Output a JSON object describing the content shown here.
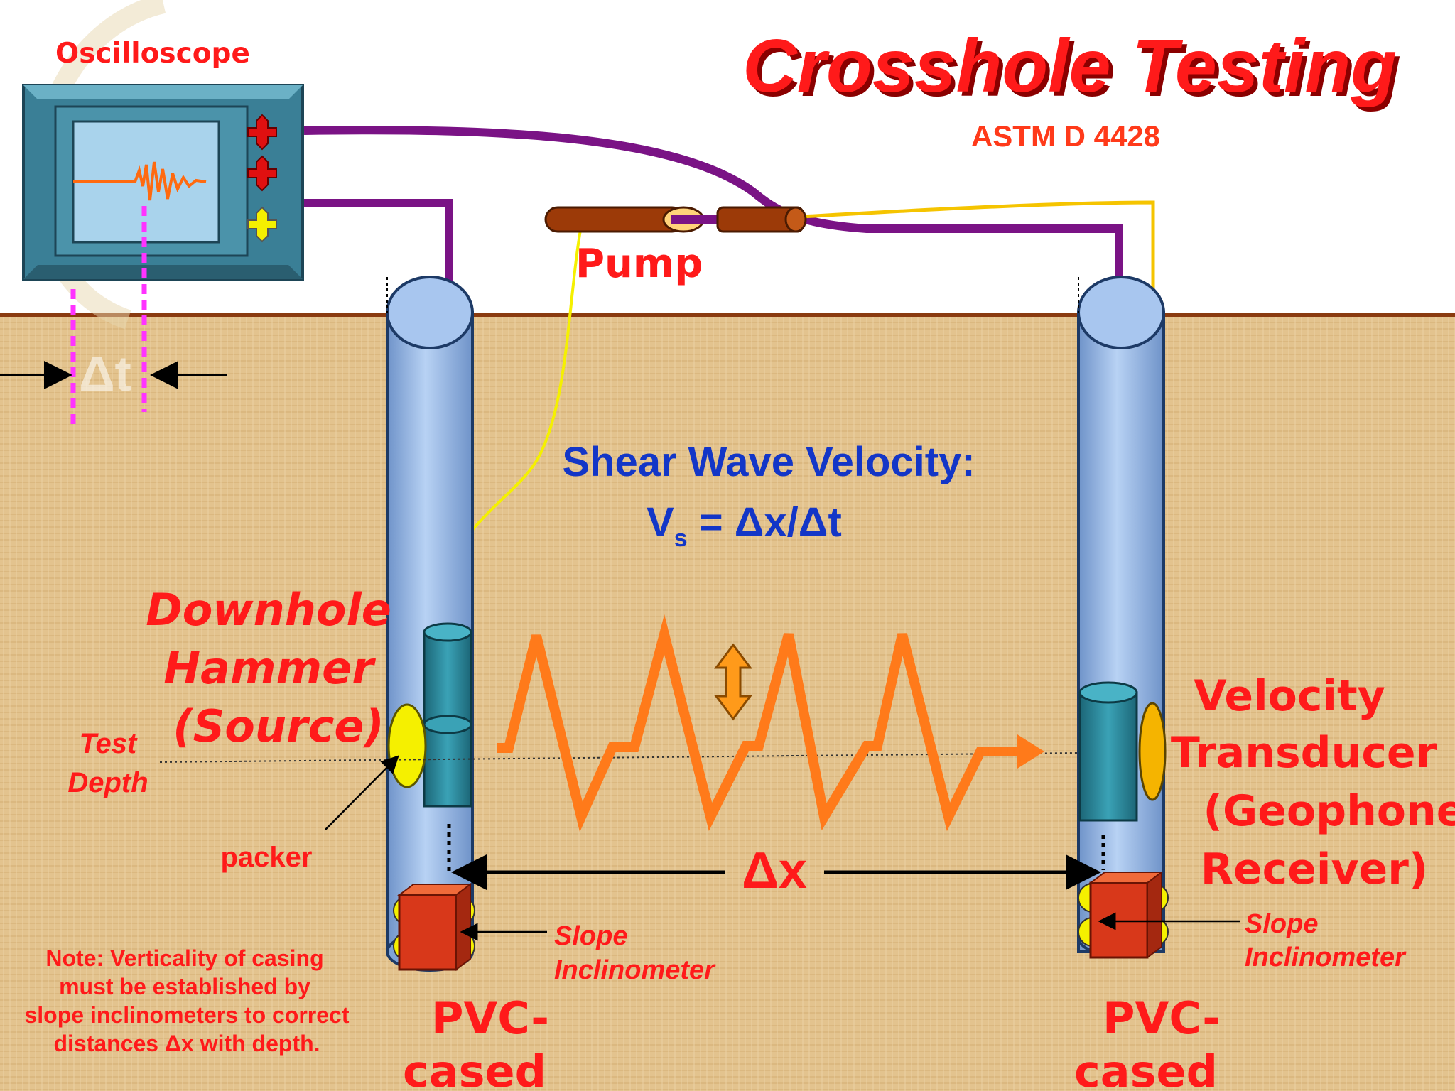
{
  "title": "Crosshole Testing",
  "subtitle": "ASTM D 4428",
  "oscilloscope_label": "Oscilloscope",
  "delta_t_label": "Δt",
  "pump_label": "Pump",
  "formula": {
    "heading": "Shear Wave Velocity:",
    "v": "V",
    "sub": "s",
    "rhs": " =  Δx/Δt"
  },
  "source_label": [
    "Downhole",
    "Hammer",
    "(Source)"
  ],
  "test_depth_label": [
    "Test",
    "Depth"
  ],
  "packer_label": "packer",
  "receiver_label": [
    "Velocity",
    "Transducer",
    "(Geophone",
    "Receiver)"
  ],
  "delta_x_label": "Δx",
  "slope_label_left": [
    "Slope",
    "Inclinometer"
  ],
  "slope_label_right": [
    "Slope",
    "Inclinometer"
  ],
  "pvc_left": [
    "PVC-",
    "cased"
  ],
  "pvc_right": [
    "PVC-",
    "cased"
  ],
  "note": [
    "Note: Verticality of casing",
    "must be established by",
    "slope inclinometers to correct",
    "distances Δx with depth."
  ],
  "colors": {
    "title_red": "#ff1a1a",
    "blue_text": "#1336c7",
    "soil": "#e2c089",
    "cable_purple": "#7a1385",
    "wave_orange": "#ff7a1a",
    "pipe_blue": "#8fb3e6"
  }
}
